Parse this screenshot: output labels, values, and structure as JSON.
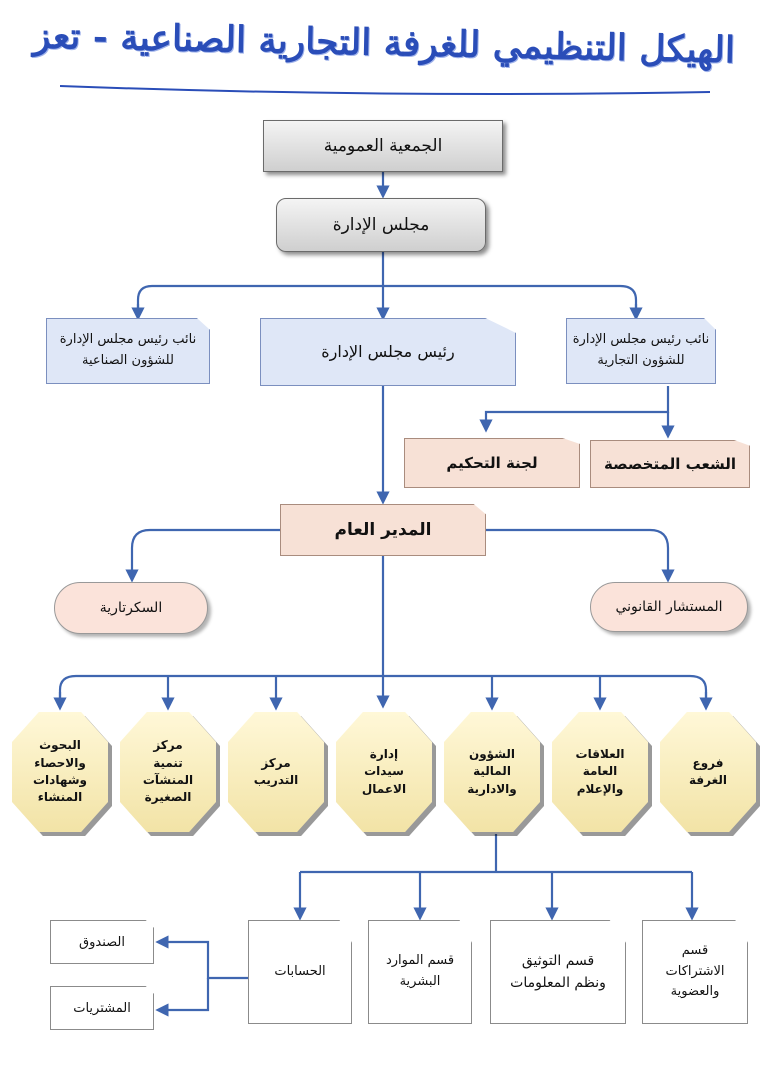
{
  "title": "الهيكل التنظيمي للغرفة التجارية الصناعية - تعز",
  "general_assembly": "الجمعية العمومية",
  "board": "مجلس الإدارة",
  "chairman": "رئيس مجلس الإدارة",
  "vice_industrial": "نائب رئيس مجلس الإدارة\nللشؤون الصناعية",
  "vice_commercial": "نائب رئيس مجلس الإدارة\nللشؤون التجارية",
  "arbitration": "لجنة التحكيم",
  "sections": "الشعب المتخصصة",
  "general_manager": "المدير العام",
  "secretariat": "السكرتارية",
  "legal_advisor": "المستشار القانوني",
  "departments": [
    "البحوث\nوالاحصاء\nوشهادات\nالمنشاء",
    "مركز\nتنمية\nالمنشآت\nالصغيرة",
    "مركز\nالتدريب",
    "إدارة\nسيدات\nالاعمال",
    "الشؤون\nالمالية\nوالادارية",
    "العلاقات\nالعامة\nوالإعلام",
    "فروع\nالغرفة"
  ],
  "sub_units": {
    "accounts": "الحسابات",
    "hr": "قسم الموارد\nالبشرية",
    "documentation": "قسم التوثيق\nونظم المعلومات",
    "subscriptions": "قسم\nالاشتراكات\nوالعضوية",
    "fund": "الصندوق",
    "purchases": "المشتريات"
  },
  "colors": {
    "title": "#2a4db8",
    "connector": "#3f66b0",
    "gray_box": "#d9d9d9",
    "blue_box": "#dfe7f7",
    "peach_box": "#f7e1d6",
    "hex_fill": "#f8ecbc"
  }
}
